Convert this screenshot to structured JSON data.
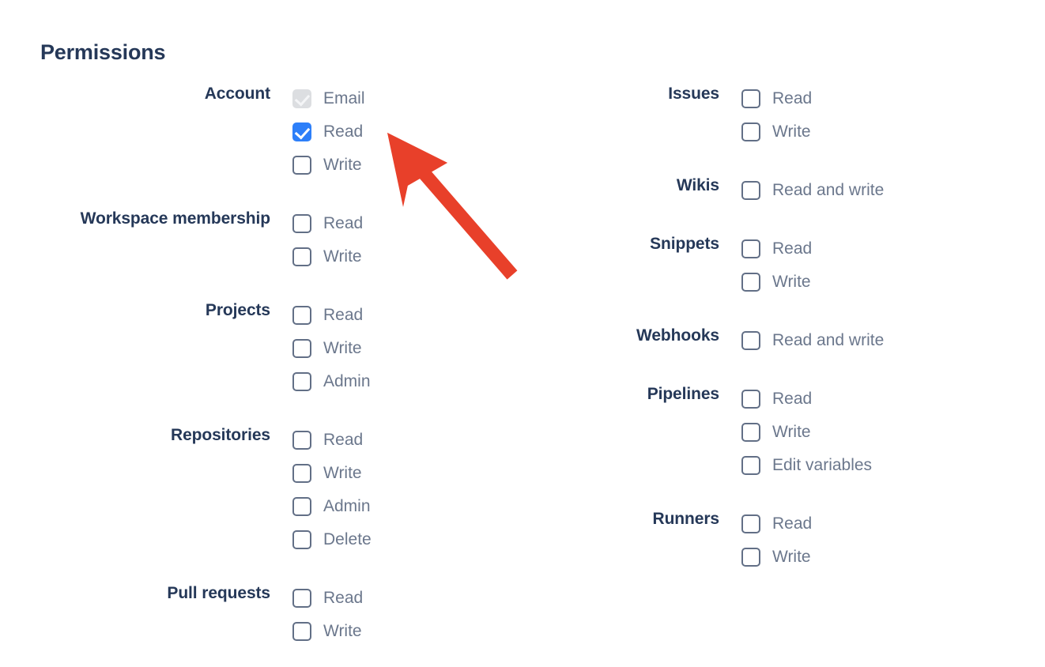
{
  "page": {
    "title": "Permissions",
    "accent_checked_color": "#2D7FF9",
    "disabled_color": "#DCDEE1",
    "label_color": "#253858",
    "option_color": "#6B778C",
    "annotation_arrow_color": "#E8402A"
  },
  "columns": {
    "left": [
      {
        "label": "Account",
        "options": [
          {
            "label": "Email",
            "state": "disabled"
          },
          {
            "label": "Read",
            "state": "checked"
          },
          {
            "label": "Write",
            "state": "unchecked"
          }
        ]
      },
      {
        "label": "Workspace membership",
        "options": [
          {
            "label": "Read",
            "state": "unchecked"
          },
          {
            "label": "Write",
            "state": "unchecked"
          }
        ]
      },
      {
        "label": "Projects",
        "options": [
          {
            "label": "Read",
            "state": "unchecked"
          },
          {
            "label": "Write",
            "state": "unchecked"
          },
          {
            "label": "Admin",
            "state": "unchecked"
          }
        ]
      },
      {
        "label": "Repositories",
        "options": [
          {
            "label": "Read",
            "state": "unchecked"
          },
          {
            "label": "Write",
            "state": "unchecked"
          },
          {
            "label": "Admin",
            "state": "unchecked"
          },
          {
            "label": "Delete",
            "state": "unchecked"
          }
        ]
      },
      {
        "label": "Pull requests",
        "options": [
          {
            "label": "Read",
            "state": "unchecked"
          },
          {
            "label": "Write",
            "state": "unchecked"
          }
        ]
      }
    ],
    "right": [
      {
        "label": "Issues",
        "options": [
          {
            "label": "Read",
            "state": "unchecked"
          },
          {
            "label": "Write",
            "state": "unchecked"
          }
        ]
      },
      {
        "label": "Wikis",
        "options": [
          {
            "label": "Read and write",
            "state": "unchecked"
          }
        ]
      },
      {
        "label": "Snippets",
        "options": [
          {
            "label": "Read",
            "state": "unchecked"
          },
          {
            "label": "Write",
            "state": "unchecked"
          }
        ]
      },
      {
        "label": "Webhooks",
        "options": [
          {
            "label": "Read and write",
            "state": "unchecked"
          }
        ]
      },
      {
        "label": "Pipelines",
        "options": [
          {
            "label": "Read",
            "state": "unchecked"
          },
          {
            "label": "Write",
            "state": "unchecked"
          },
          {
            "label": "Edit variables",
            "state": "unchecked"
          }
        ]
      },
      {
        "label": "Runners",
        "options": [
          {
            "label": "Read",
            "state": "unchecked"
          },
          {
            "label": "Write",
            "state": "unchecked"
          }
        ]
      }
    ]
  }
}
